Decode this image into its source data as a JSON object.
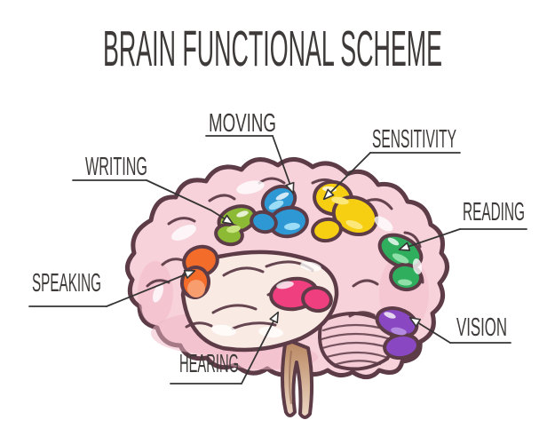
{
  "title": "BRAIN FUNCTIONAL SCHEME",
  "diagram": {
    "regions": {
      "moving": {
        "label": "MOVING",
        "color": "#2e98d5",
        "highlight": "#9bdcf7"
      },
      "sensitivity": {
        "label": "SENSITIVITY",
        "color": "#f6cf12",
        "highlight": "#fbe878"
      },
      "writing": {
        "label": "WRITING",
        "color": "#8cba35",
        "highlight": "#c8e47f"
      },
      "reading": {
        "label": "READING",
        "color": "#2fae5e",
        "highlight": "#8fdfa9"
      },
      "speaking": {
        "label": "SPEAKING",
        "color": "#f36c2a",
        "highlight": "#f79d6e"
      },
      "hearing": {
        "label": "HEARING",
        "color": "#ef3f7e",
        "highlight": "#ff8fb6"
      },
      "vision": {
        "label": "VISION",
        "color": "#8948c1",
        "highlight": "#b489e2"
      }
    },
    "colors": {
      "outline": "#5d3c48",
      "brain_base": "#f7d2da",
      "brain_shade": "#efb6c5",
      "brain_cream": "#faeae4",
      "cerebellum": "#f5cdd7",
      "stem_top": "#b8855f",
      "stem_bottom": "#ecd7c4",
      "line": "#363434",
      "text": "#3e3a39"
    }
  }
}
